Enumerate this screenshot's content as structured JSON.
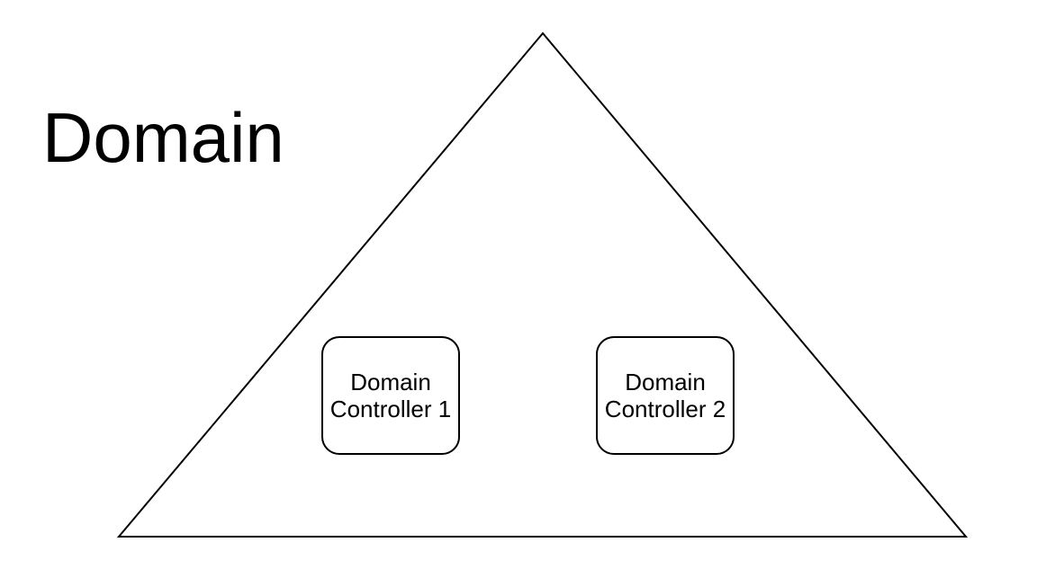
{
  "diagram": {
    "title": "Domain",
    "nodes": [
      {
        "label": "Domain Controller 1"
      },
      {
        "label": "Domain Controller 2"
      }
    ],
    "colors": {
      "stroke": "#000000",
      "background": "#ffffff"
    }
  }
}
